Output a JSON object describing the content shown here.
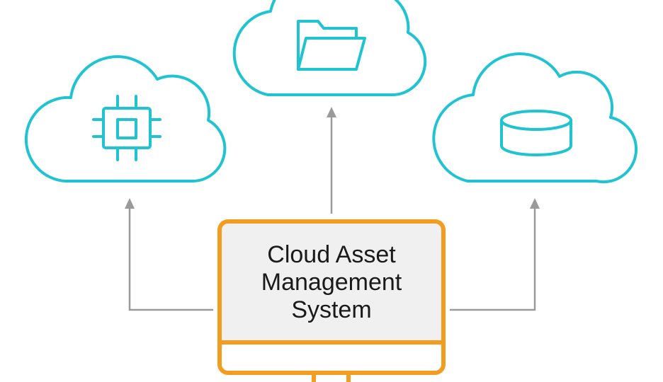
{
  "system": {
    "title_lines": [
      "Cloud Asset",
      "Management",
      "System"
    ]
  },
  "clouds": [
    {
      "id": "compute",
      "icon": "cpu-chip-icon"
    },
    {
      "id": "storage",
      "icon": "folder-icon"
    },
    {
      "id": "database",
      "icon": "database-icon"
    }
  ],
  "colors": {
    "cloud_stroke": "#20c3d0",
    "monitor_stroke": "#f29d1f",
    "connector": "#9a9a9a",
    "screen_fill": "#f0f0f0"
  }
}
